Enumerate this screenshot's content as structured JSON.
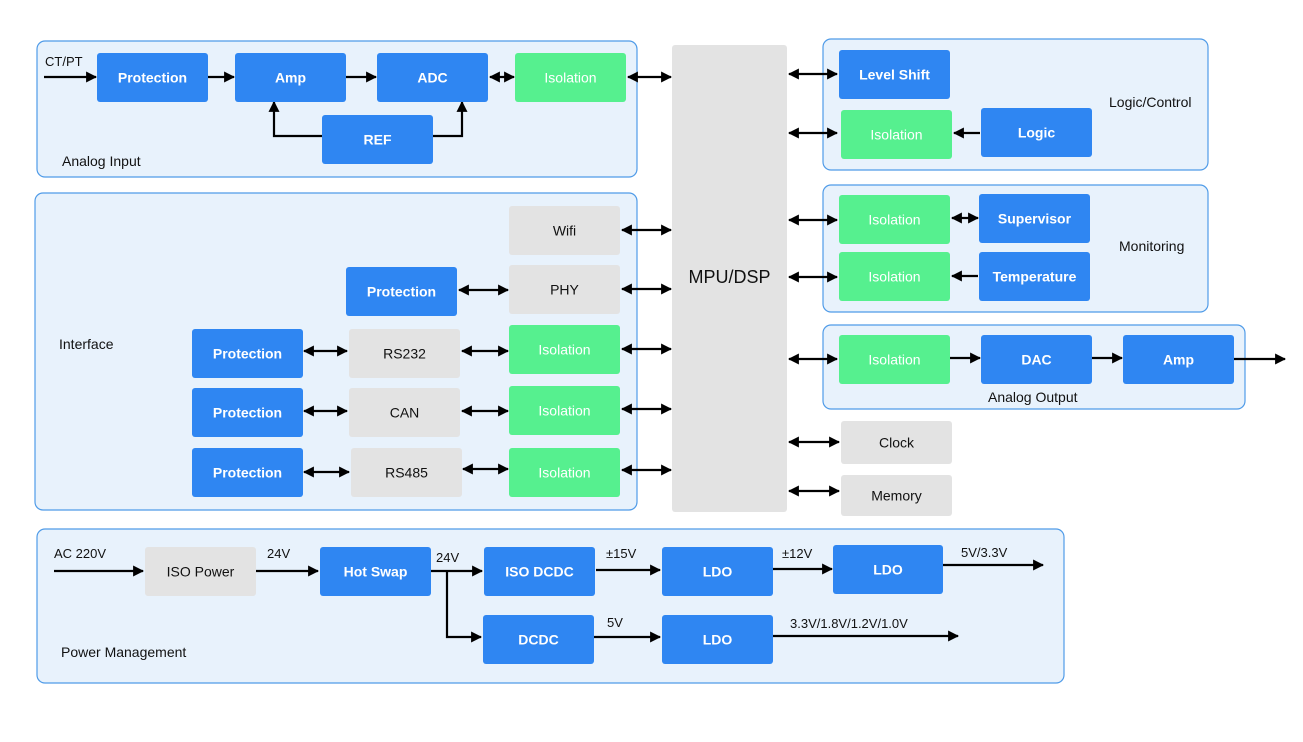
{
  "groups": {
    "analog_input": "Analog Input",
    "logic_control": "Logic/Control",
    "monitoring": "Monitoring",
    "analog_output": "Analog Output",
    "interface": "Interface",
    "power_management": "Power Management"
  },
  "blocks": {
    "ai_protection": "Protection",
    "ai_amp": "Amp",
    "ai_adc": "ADC",
    "ai_isolation": "Isolation",
    "ai_ref": "REF",
    "mpu": "MPU/DSP",
    "lc_level_shift": "Level Shift",
    "lc_isolation": "Isolation",
    "lc_logic": "Logic",
    "mon_isolation_1": "Isolation",
    "mon_supervisor": "Supervisor",
    "mon_isolation_2": "Isolation",
    "mon_temperature": "Temperature",
    "ao_isolation": "Isolation",
    "ao_dac": "DAC",
    "ao_amp": "Amp",
    "clock": "Clock",
    "memory": "Memory",
    "if_wifi": "Wifi",
    "if_phy_protection": "Protection",
    "if_phy": "PHY",
    "if_rs232_protection": "Protection",
    "if_rs232": "RS232",
    "if_rs232_isolation": "Isolation",
    "if_can_protection": "Protection",
    "if_can": "CAN",
    "if_can_isolation": "Isolation",
    "if_rs485_protection": "Protection",
    "if_rs485": "RS485",
    "if_rs485_isolation": "Isolation",
    "pm_iso_power": "ISO Power",
    "pm_hot_swap": "Hot Swap",
    "pm_iso_dcdc": "ISO DCDC",
    "pm_ldo_1": "LDO",
    "pm_ldo_2": "LDO",
    "pm_dcdc": "DCDC",
    "pm_ldo_3": "LDO"
  },
  "labels": {
    "ct_pt": "CT/PT",
    "ac_220v": "AC 220V",
    "v24_a": "24V",
    "v24_b": "24V",
    "v_pm15": "±15V",
    "v_pm12": "±12V",
    "v_5_33": "5V/3.3V",
    "v_5": "5V",
    "v_multi": "3.3V/1.8V/1.2V/1.0V"
  },
  "colors": {
    "block_blue": "#2f86f2",
    "block_green": "#56f08f",
    "block_gray": "#e3e3e3",
    "group_fill": "#e8f2fc",
    "group_border": "#4f9be8"
  }
}
